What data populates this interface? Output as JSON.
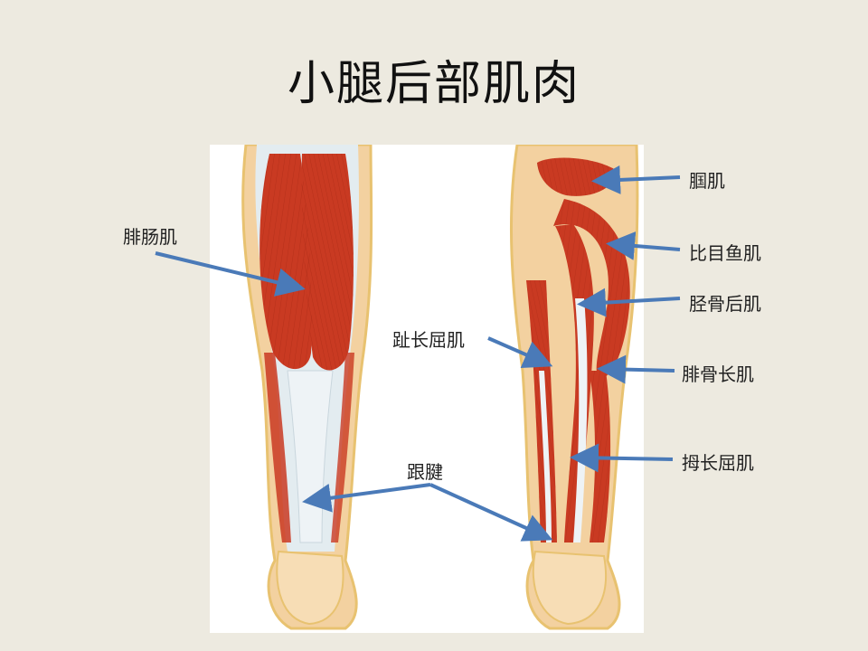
{
  "slide": {
    "title": "小腿后部肌肉"
  },
  "colors": {
    "background": "#edeae0",
    "arrow": "#4a7ab8",
    "muscle": "#c93a22",
    "tendon": "#e7eef2",
    "skin": "#f5d6a8"
  },
  "labels": {
    "gastrocnemius": "腓肠肌",
    "popliteus": "腘肌",
    "soleus": "比目鱼肌",
    "tibialis_posterior": "胫骨后肌",
    "flexor_digitorum_longus": "趾长屈肌",
    "peroneus_longus": "腓骨长肌",
    "flexor_hallucis_longus": "拇长屈肌",
    "achilles_tendon": "跟腱"
  }
}
